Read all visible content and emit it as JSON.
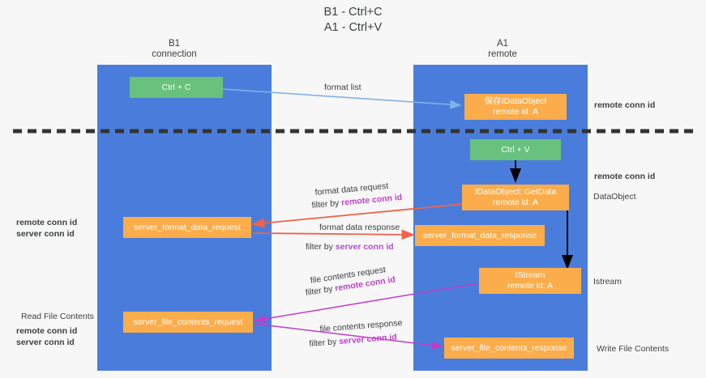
{
  "title": {
    "line1": "B1 - Ctrl+C",
    "line2": "A1 - Ctrl+V"
  },
  "colors": {
    "lane": "#4a7ddb",
    "node_orange": "#fbad4b",
    "node_green": "#68c17c",
    "remote_conn_id": "#bb43c4",
    "server_conn_id": "#5fbf77",
    "divider": "#333333",
    "arrow_format_list": "#7fb3e8",
    "arrow_black": "#000000",
    "arrow_red": "#f0624d",
    "arrow_magenta": "#c23bc9",
    "background": "#f7f7f7"
  },
  "columns": [
    {
      "name": "left-lane",
      "line1": "B1",
      "line2": "connection"
    },
    {
      "name": "right-lane",
      "line1": "A1",
      "line2": "remote"
    }
  ],
  "nodes": {
    "ctrl_c": {
      "l1": "Ctrl + C",
      "l2": ""
    },
    "ctrl_v": {
      "l1": "Ctrl + V",
      "l2": ""
    },
    "idataobject": {
      "l1": "保存IDataObject",
      "l2": "remote id: A"
    },
    "getdata": {
      "l1": "IDataObject::GetData",
      "l2": "remote id: A"
    },
    "istream": {
      "l1": "IStream",
      "l2": "remote id: A"
    },
    "server_format_data_request": {
      "l1": "server_format_data_request",
      "l2": ""
    },
    "server_format_data_response": {
      "l1": "server_format_data_response",
      "l2": ""
    },
    "server_file_contents_request": {
      "l1": "server_file_contents_request",
      "l2": ""
    },
    "server_file_contents_response": {
      "l1": "server_file_contents_response",
      "l2": ""
    }
  },
  "edge_labels": {
    "format_list": "format list",
    "format_data_request": "format data request",
    "format_data_request_filter_prefix": "filter by ",
    "format_data_request_filter_key": "remote conn id",
    "format_data_response": "format data response",
    "format_data_response_filter_prefix": "filter by ",
    "format_data_response_filter_key": "server conn id",
    "file_contents_request": "file contents request",
    "file_contents_request_filter_prefix": "filter by ",
    "file_contents_request_filter_key": "remote conn id",
    "file_contents_response": "file contents response",
    "file_contents_response_filter_prefix": "filter by ",
    "file_contents_response_filter_key": "server conn id"
  },
  "annotations": {
    "right_top_remote_conn_id": "remote conn id",
    "right_mid_remote_conn_id": "remote conn id",
    "right_dataobject": "DataObject",
    "right_istream": "Istream",
    "right_write_file_contents": "Write File Contents",
    "left_remote_conn_id": "remote conn id",
    "left_server_conn_id": "server conn id",
    "left_read_file_contents": "Read File Contents",
    "left_bottom_remote_conn_id": "remote conn id",
    "left_bottom_server_conn_id": "server conn id"
  }
}
